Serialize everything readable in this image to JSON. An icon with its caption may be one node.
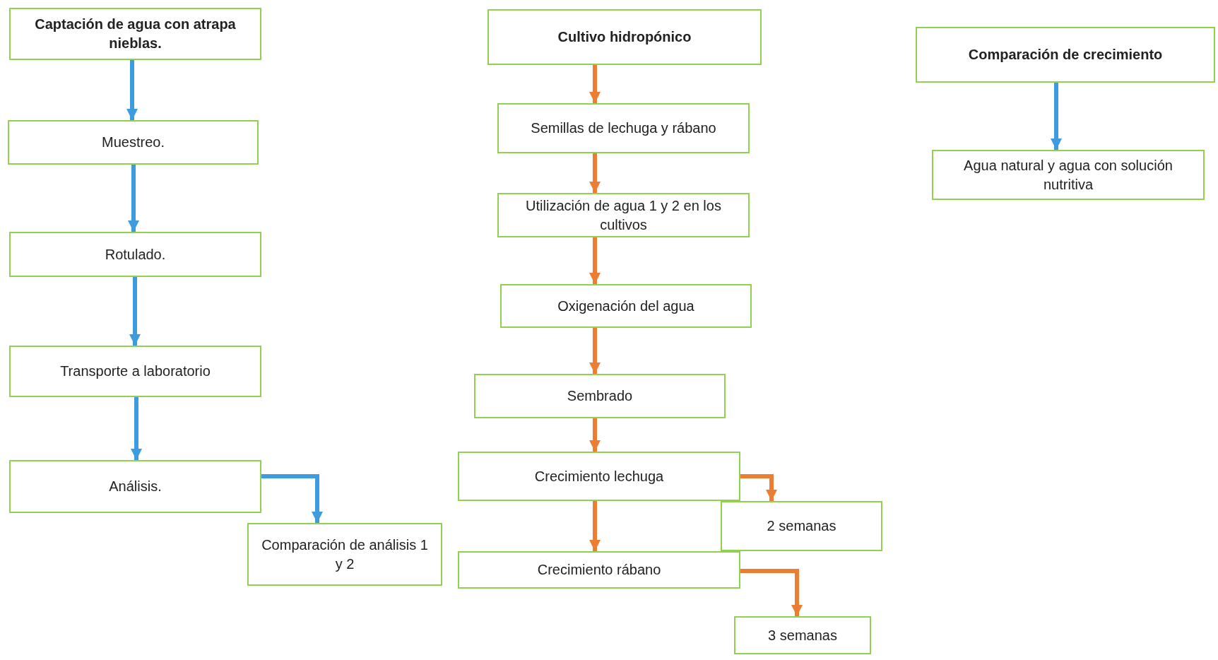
{
  "diagram": {
    "nodes": [
      {
        "text": [
          "Captación de agua con atrapa nieblas."
        ]
      },
      {
        "text": [
          "Muestreo."
        ]
      },
      {
        "text": [
          "Rotulado."
        ]
      },
      {
        "text": [
          "Transporte a laboratorio"
        ]
      },
      {
        "text": [
          "Análisis."
        ]
      },
      {
        "text": [
          "Comparación de análisis 1 y 2"
        ]
      },
      {
        "text": [
          "Cultivo hidropónico"
        ]
      },
      {
        "text": [
          "Semillas de lechuga y rábano"
        ]
      },
      {
        "text": [
          "Utilización de agua 1 y 2 en los cultivos"
        ]
      },
      {
        "text": [
          "Oxigenación del agua"
        ]
      },
      {
        "text": [
          "Sembrado"
        ]
      },
      {
        "text": [
          "Crecimiento lechuga"
        ]
      },
      {
        "text": [
          "2 semanas"
        ]
      },
      {
        "text": [
          "Crecimiento rábano"
        ]
      },
      {
        "text": [
          "3 semanas"
        ]
      },
      {
        "text": [
          "Comparación de crecimiento"
        ]
      },
      {
        "text": [
          "Agua natural y agua con solución nutritiva"
        ]
      }
    ],
    "edges": [
      {
        "from": 0,
        "to": 1,
        "arrow": "to",
        "color": "#3d9be0"
      },
      {
        "from": 1,
        "to": 2,
        "arrow": "to",
        "color": "#3d9be0"
      },
      {
        "from": 2,
        "to": 3,
        "arrow": "to",
        "color": "#3d9be0"
      },
      {
        "from": 3,
        "to": 4,
        "arrow": "to",
        "color": "#3d9be0"
      },
      {
        "from": 4,
        "to": 5,
        "arrow": "to",
        "color": "#3d9be0"
      },
      {
        "from": 6,
        "to": 7,
        "arrow": "to"
      },
      {
        "from": 7,
        "to": 8,
        "arrow": "to"
      },
      {
        "from": 8,
        "to": 9,
        "arrow": "to"
      },
      {
        "from": 9,
        "to": 10,
        "arrow": "to"
      },
      {
        "from": 10,
        "to": 11,
        "arrow": "to"
      },
      {
        "from": 11,
        "to": 13,
        "arrow": "to"
      },
      {
        "from": 11,
        "to": 12,
        "arrow": "to"
      },
      {
        "from": 13,
        "to": 14,
        "arrow": "to"
      },
      {
        "from": 15,
        "to": 16,
        "arrow": "to",
        "color": "#3d9be0"
      }
    ]
  }
}
